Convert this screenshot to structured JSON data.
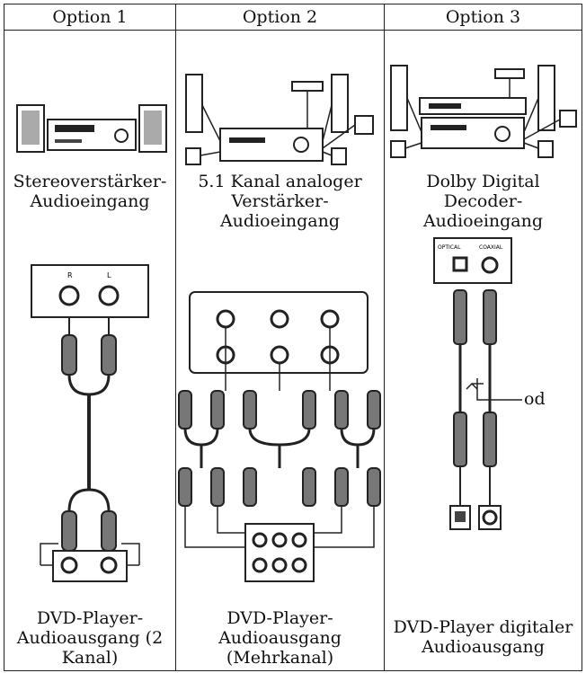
{
  "columns": [
    {
      "header": "Option 1",
      "device_label_1": "Stereoverstärker-",
      "device_label_2": "Audioeingang",
      "player_label_1": "DVD-Player-",
      "player_label_2": "Audioausgang (2",
      "player_label_3": "Kanal)"
    },
    {
      "header": "Option 2",
      "device_label_1": "5.1 Kanal analoger",
      "device_label_2": "Verstärker-",
      "device_label_3": "Audioeingang",
      "player_label_1": "DVD-Player-",
      "player_label_2": "Audioausgang",
      "player_label_3": "(Mehrkanal)"
    },
    {
      "header": "Option 3",
      "device_label_1": "Dolby Digital Decoder-",
      "device_label_2": "Audioeingang",
      "player_label_1": "DVD-Player digitaler",
      "player_label_2": "Audioausgang",
      "callout": "od"
    }
  ],
  "small_labels": {
    "rca_r": "R",
    "rca_l": "L",
    "optical": "OPTICAL",
    "coaxial": "COAXIAL"
  }
}
